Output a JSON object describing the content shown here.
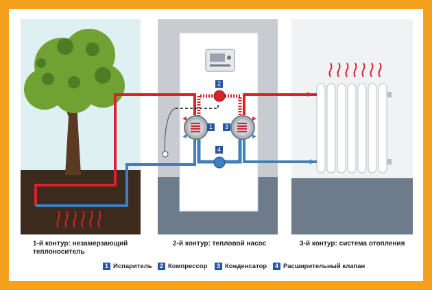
{
  "circuits": [
    {
      "label": "1-й контур: незамерзающий\nтеплоноситель"
    },
    {
      "label": "2-й контур: тепловой насос"
    },
    {
      "label": "3-й контур: система отопления"
    }
  ],
  "components": [
    {
      "num": "1",
      "label": "Испаритель"
    },
    {
      "num": "2",
      "label": "Компрессор"
    },
    {
      "num": "3",
      "label": "Конденсатор"
    },
    {
      "num": "4",
      "label": "Расширительный клапан"
    }
  ],
  "colors": {
    "frame": "#f4a21d",
    "hot_pipe": "#d8232a",
    "cold_pipe": "#3f7fc0",
    "badge": "#2556a6",
    "soil": "#3c2a1c",
    "wall": "#c8ccd1",
    "floor": "#6e7b8b"
  }
}
